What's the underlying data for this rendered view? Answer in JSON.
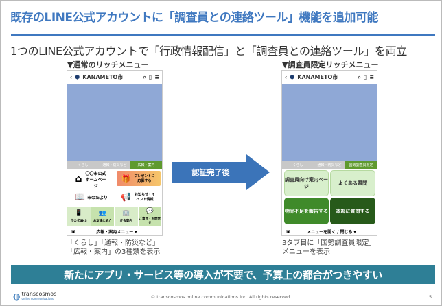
{
  "title": "既存のLINE公式アカウントに「調査員との連絡ツール」機能を追加可能",
  "subtitle": "1つのLINE公式アカウントで「行政情報配信」と「調査員との連絡ツール」を両立",
  "left": {
    "label": "▼通常のリッチメニュー",
    "header": "KANAMETO市",
    "tabs": [
      "くらし",
      "通報・防災など",
      "広報・案内"
    ],
    "active_tab": 2,
    "items": {
      "homepage": "〇〇市公式ホームページ",
      "present": "プレゼントに応募する",
      "news": "市のたより",
      "notice": "お知らせ・イベント情報"
    },
    "small_items": [
      "市公式SNS",
      "お友達に紹介",
      "庁舎案内",
      "ご意見・お問合せ"
    ],
    "footer": "広報・案内メニュー ▾",
    "caption": "「くらし」「通報・防災など」「広報・案内」の3種類を表示"
  },
  "arrow_label": "認証完了後",
  "right": {
    "label": "▼調査員限定リッチメニュー",
    "header": "KANAMETO市",
    "tabs": [
      "くらし",
      "通報・防災など",
      "国勢調査員限定"
    ],
    "active_tab": 2,
    "buttons": [
      "調査員向け案内ページ",
      "よくある質問",
      "物品不足を報告する",
      "本部に質問する"
    ],
    "footer": "メニューを開く / 閉じる ▾",
    "caption": "3タブ目に「国勢調査員限定」メニューを表示"
  },
  "banner": "新たにアプリ・サービス等の導入が不要で、予算上の都合がつきやすい",
  "footer": {
    "logo_main": "transcosmos",
    "logo_sub": "online communications",
    "copyright": "© transcosmos online communications inc.  All rights reserved.",
    "page": "5"
  },
  "colors": {
    "accent": "#3f78c0",
    "banner": "#2e7f96",
    "tab_active": "#5f9a2e",
    "sky": "#8fa8d6"
  }
}
